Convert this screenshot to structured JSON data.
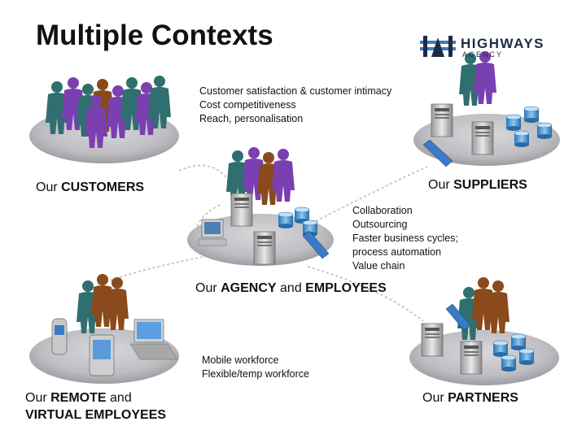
{
  "title": "Multiple Contexts",
  "logo": {
    "line1": "HIGHWAYS",
    "line2": "AGENCY"
  },
  "customers": {
    "label_normal": "Our ",
    "label_bold": "CUSTOMERS",
    "notes": [
      "Customer satisfaction & customer intimacy",
      "Cost competitiveness",
      "Reach, personalisation"
    ]
  },
  "suppliers": {
    "label_normal": "Our ",
    "label_bold": "SUPPLIERS",
    "notes": [
      "Collaboration",
      "Outsourcing",
      "Faster business cycles;",
      "process automation",
      "Value chain"
    ]
  },
  "agency": {
    "label_normal1": "Our ",
    "label_bold1": "AGENCY",
    "label_normal2": " and ",
    "label_bold2": "EMPLOYEES"
  },
  "remote": {
    "line1_normal": "Our ",
    "line1_bold": "REMOTE",
    "line1_normal2": " and",
    "line2_bold": "VIRTUAL EMPLOYEES",
    "notes": [
      "Mobile workforce",
      "Flexible/temp workforce"
    ]
  },
  "partners": {
    "label_normal": "Our ",
    "label_bold": "PARTNERS"
  },
  "colors": {
    "platform": "#b8b8bc",
    "connector": "#c8c8c8",
    "teal": "#2f6f6f",
    "purple": "#7a3fb0",
    "brown": "#8a4a1c",
    "navy": "#1f2a44"
  }
}
